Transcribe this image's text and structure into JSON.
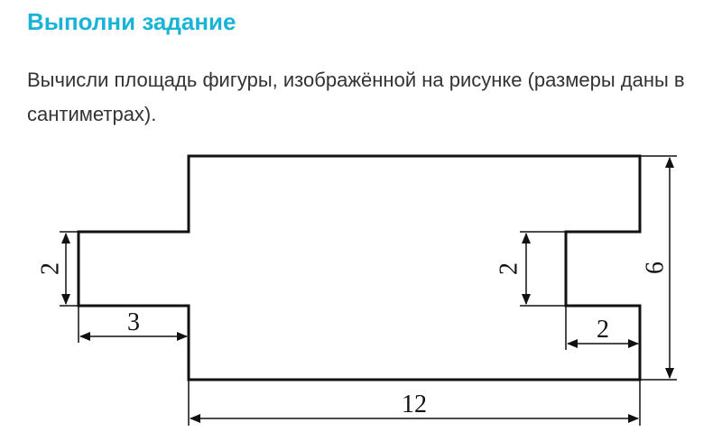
{
  "header": {
    "title": "Выполни задание"
  },
  "task": {
    "text": "Вычисли площадь фигуры, изображённой на рисунке (размеры даны в сантиметрах)."
  },
  "figure": {
    "dimensions": {
      "left_notch_height": "2",
      "left_notch_width": "3",
      "right_notch_height": "2",
      "right_notch_width": "2",
      "total_height": "6",
      "total_width": "12"
    }
  },
  "colors": {
    "title": "#1ab3d8",
    "text": "#333333",
    "lines": "#111111"
  }
}
